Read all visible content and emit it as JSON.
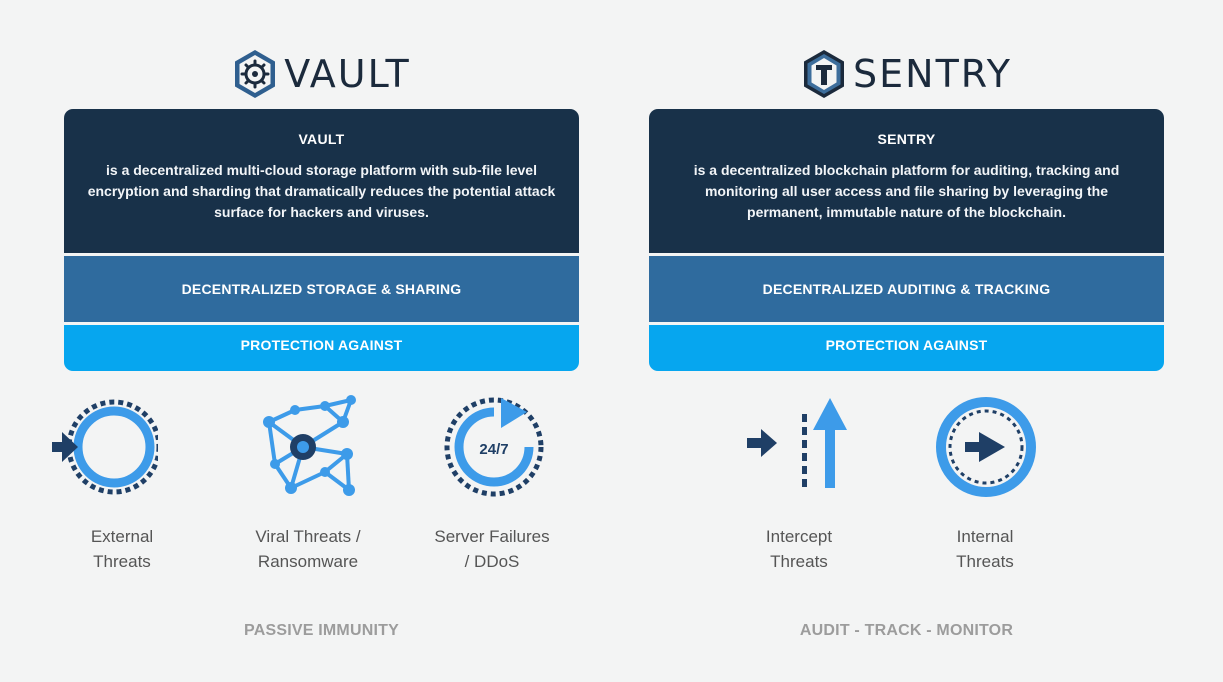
{
  "vault": {
    "brand": "VAULT",
    "logo_icon": "gear-hexagon-icon",
    "card_title": "VAULT",
    "description": "is a decentralized multi-cloud storage platform with sub-file level encryption and sharding that dramatically reduces the potential attack surface for hackers and viruses.",
    "feature": "DECENTRALIZED STORAGE & SHARING",
    "protection_heading": "PROTECTION AGAINST",
    "threats": [
      {
        "icon": "external-threat-ring-icon",
        "line1": "External",
        "line2": "Threats"
      },
      {
        "icon": "viral-network-icon",
        "line1": "Viral Threats /",
        "line2": "Ransomware"
      },
      {
        "icon": "clock-24-7-icon",
        "line1": "Server Failures",
        "line2": "/ DDoS",
        "badge": "24/7"
      }
    ],
    "footer": "PASSIVE IMMUNITY"
  },
  "sentry": {
    "brand": "SENTRY",
    "logo_icon": "keyhole-hexagon-icon",
    "card_title": "SENTRY",
    "description": "is a decentralized blockchain platform for auditing, tracking and monitoring all user access and file sharing by leveraging the permanent, immutable nature of the blockchain.",
    "feature": "DECENTRALIZED AUDITING & TRACKING",
    "protection_heading": "PROTECTION AGAINST",
    "threats": [
      {
        "icon": "intercept-arrow-icon",
        "line1": "Intercept",
        "line2": "Threats"
      },
      {
        "icon": "internal-threat-ring-icon",
        "line1": "Internal",
        "line2": "Threats"
      }
    ],
    "footer": "AUDIT - TRACK - MONITOR"
  },
  "colors": {
    "navy": "#183149",
    "steel_blue": "#2f6b9e",
    "sky_blue": "#06a6ef",
    "icon_blue": "#3d9be9",
    "icon_dark": "#1f3f66",
    "label_gray": "#555555",
    "footer_gray": "#9c9c9c",
    "background": "#f3f4f4"
  }
}
